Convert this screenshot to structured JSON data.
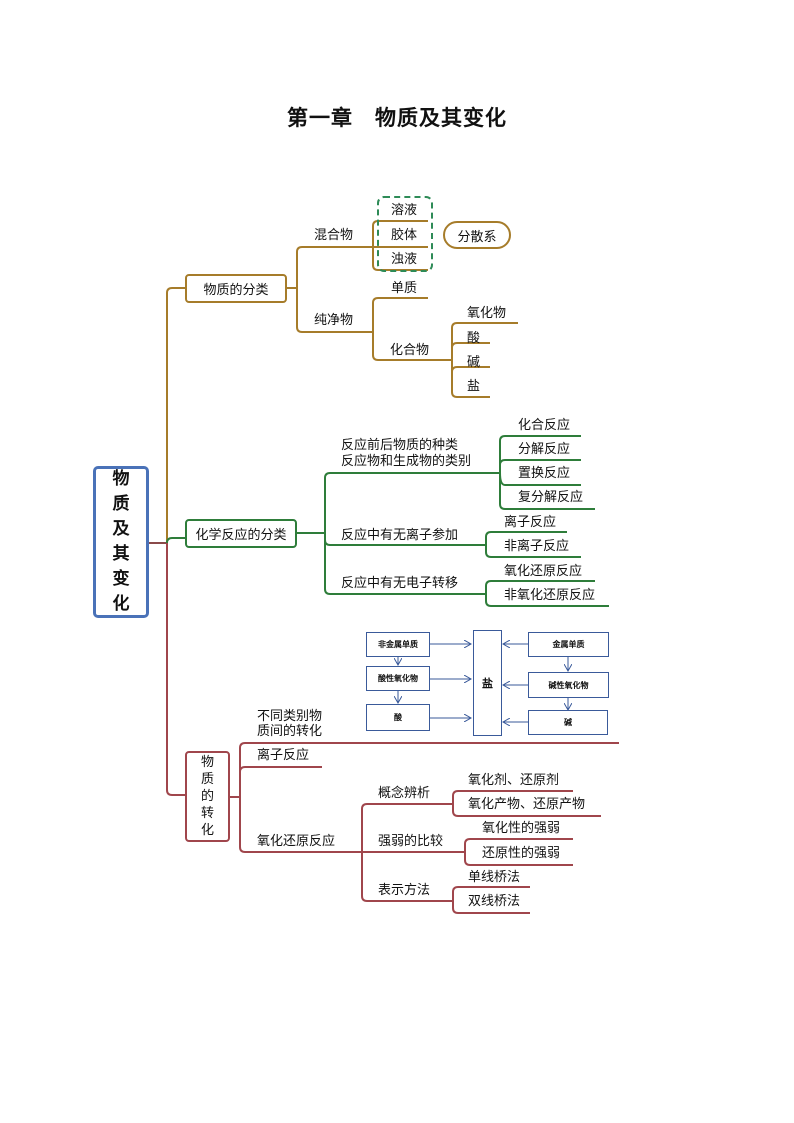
{
  "title": "第一章　物质及其变化",
  "root": {
    "chars": [
      "物",
      "质",
      "及",
      "其",
      "变",
      "化"
    ]
  },
  "colors": {
    "root": "#4a72b8",
    "classification": "#a67c2a",
    "reaction": "#2e7d3a",
    "transformation": "#a0464c",
    "dispersion_box": "#2e8b57",
    "flow_box": "#3a5a9a"
  },
  "branch1": {
    "label": "物质的分类",
    "mixture": {
      "label": "混合物",
      "items": [
        "溶液",
        "胶体",
        "浊液"
      ],
      "group_label": "分散系"
    },
    "pure": {
      "label": "纯净物",
      "element": "单质",
      "compound": {
        "label": "化合物",
        "items": [
          "氧化物",
          "酸",
          "碱",
          "盐"
        ]
      }
    }
  },
  "branch2": {
    "label": "化学反应的分类",
    "criteria": [
      {
        "label_line1": "反应前后物质的种类",
        "label_line2": "反应物和生成物的类别",
        "items": [
          "化合反应",
          "分解反应",
          "置换反应",
          "复分解反应"
        ]
      },
      {
        "label_line1": "反应中有无离子参加",
        "items": [
          "离子反应",
          "非离子反应"
        ]
      },
      {
        "label_line1": "反应中有无电子转移",
        "items": [
          "氧化还原反应",
          "非氧化还原反应"
        ]
      }
    ]
  },
  "branch3": {
    "label_chars": [
      "物",
      "质",
      "的",
      "转",
      "化"
    ],
    "conversion": {
      "label_line1": "不同类别物",
      "label_line2": "质间的转化",
      "flow": {
        "left": [
          "非金属单质",
          "酸性氧化物",
          "酸"
        ],
        "center": "盐",
        "right": [
          "金属单质",
          "碱性氧化物",
          "碱"
        ]
      }
    },
    "ionic": "离子反应",
    "redox": {
      "label": "氧化还原反应",
      "groups": [
        {
          "label": "概念辨析",
          "items": [
            "氧化剂、还原剂",
            "氧化产物、还原产物"
          ]
        },
        {
          "label": "强弱的比较",
          "items": [
            "氧化性的强弱",
            "还原性的强弱"
          ]
        },
        {
          "label": "表示方法",
          "items": [
            "单线桥法",
            "双线桥法"
          ]
        }
      ]
    }
  }
}
